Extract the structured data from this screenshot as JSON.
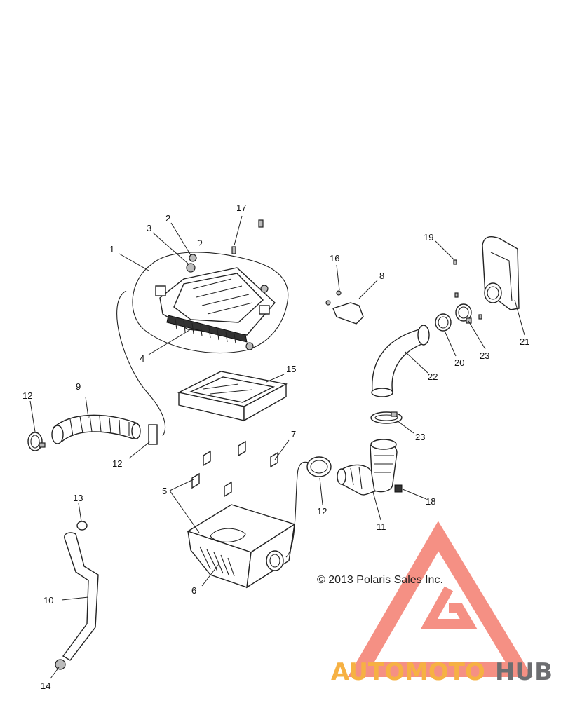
{
  "callouts": [
    {
      "id": "1",
      "label": "1"
    },
    {
      "id": "2",
      "label": "2"
    },
    {
      "id": "3",
      "label": "3"
    },
    {
      "id": "4",
      "label": "4"
    },
    {
      "id": "5",
      "label": "5"
    },
    {
      "id": "6",
      "label": "6"
    },
    {
      "id": "7",
      "label": "7"
    },
    {
      "id": "8",
      "label": "8"
    },
    {
      "id": "9",
      "label": "9"
    },
    {
      "id": "10",
      "label": "10"
    },
    {
      "id": "11",
      "label": "11"
    },
    {
      "id": "12a",
      "label": "12"
    },
    {
      "id": "12b",
      "label": "12"
    },
    {
      "id": "12c",
      "label": "12"
    },
    {
      "id": "13",
      "label": "13"
    },
    {
      "id": "14",
      "label": "14"
    },
    {
      "id": "15",
      "label": "15"
    },
    {
      "id": "16",
      "label": "16"
    },
    {
      "id": "17",
      "label": "17"
    },
    {
      "id": "18",
      "label": "18"
    },
    {
      "id": "19",
      "label": "19"
    },
    {
      "id": "20",
      "label": "20"
    },
    {
      "id": "21",
      "label": "21"
    },
    {
      "id": "22",
      "label": "22"
    },
    {
      "id": "23a",
      "label": "23"
    },
    {
      "id": "23b",
      "label": "23"
    }
  ],
  "copyright": "© 2013 Polaris Sales Inc.",
  "watermark": {
    "part1": "AUTOMOTO",
    "part2": "HUB",
    "color_primary": "#f26b5b",
    "color_secondary": "#f6b143",
    "color_dark": "#6d6e71"
  }
}
